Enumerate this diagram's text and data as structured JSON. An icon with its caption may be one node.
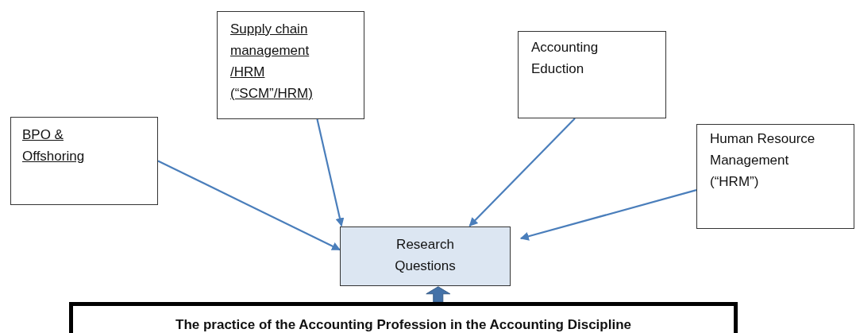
{
  "diagram": {
    "nodes": [
      {
        "text": [
          "BPO & Offshoring"
        ]
      },
      {
        "text": [
          "Supply chain management /HRM (“SCM”/HRM)"
        ]
      },
      {
        "text": [
          "Accounting Eduction"
        ]
      },
      {
        "text": [
          "Human Resource Management (“HRM”)"
        ]
      },
      {
        "text": [
          "Research Questions"
        ]
      },
      {
        "text": [
          "The practice of the Accounting Profession in the Accounting Discipline"
        ]
      }
    ],
    "edges": [
      {
        "from": 0,
        "to": 4,
        "arrow": "to"
      },
      {
        "from": 1,
        "to": 4,
        "arrow": "to"
      },
      {
        "from": 2,
        "to": 4,
        "arrow": "to"
      },
      {
        "from": 3,
        "to": 4,
        "arrow": "to"
      },
      {
        "from": 5,
        "to": 4,
        "arrow": "to",
        "style": "thick",
        "color": "#4472a8"
      }
    ]
  }
}
